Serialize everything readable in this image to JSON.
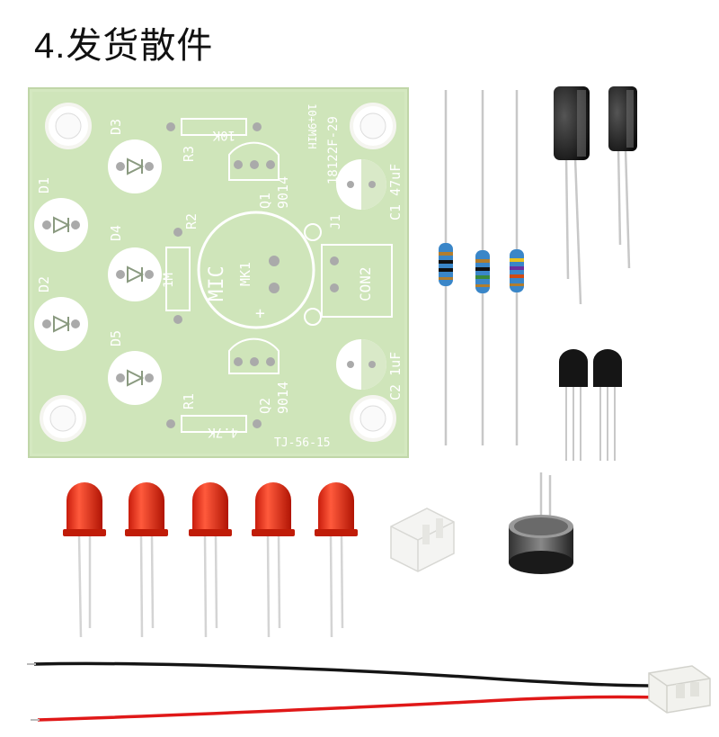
{
  "heading": {
    "number": "4.",
    "text": "发货散件"
  },
  "pcb": {
    "labels": {
      "d1": "D1",
      "d2": "D2",
      "d3": "D3",
      "d4": "D4",
      "d5": "D5",
      "r1": "R1",
      "r2": "R2",
      "r3": "R3",
      "r1_value": "4.7K",
      "r2_value": "1M",
      "r3_value": "10K",
      "q1": "Q1",
      "q1_type": "9014",
      "q2": "Q2",
      "q2_type": "9014",
      "mic": "MIC",
      "mk1": "MK1",
      "plus": "+",
      "j1": "J1",
      "con2": "CON2",
      "c1": "C1 47uF",
      "c2": "C2 1uF",
      "date_code": "18122F-29",
      "mirror_code": "10+9MIH",
      "board_id": "TJ-56-15"
    }
  }
}
